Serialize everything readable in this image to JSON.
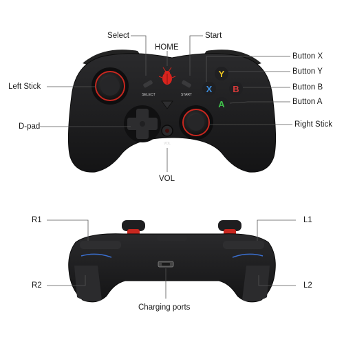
{
  "front_labels": {
    "select": "Select",
    "home": "HOME",
    "start": "Start",
    "button_x": "Button X",
    "button_y": "Button Y",
    "button_b": "Button B",
    "button_a": "Button A",
    "left_stick": "Left Stick",
    "dpad": "D-pad",
    "right_stick": "Right Stick",
    "vol": "VOL"
  },
  "front_printed": {
    "select": "SELECT",
    "start": "START",
    "vol": "VOL",
    "x": "X",
    "y": "Y",
    "b": "B",
    "a": "A"
  },
  "back_labels": {
    "r1": "R1",
    "l1": "L1",
    "r2": "R2",
    "l2": "L2",
    "charging": "Charging ports"
  },
  "colors": {
    "body": "#1c1c1e",
    "line": "#555555",
    "button_x": "#3d8fe0",
    "button_y": "#e8c020",
    "button_b": "#d83a3a",
    "button_a": "#3fbf4a",
    "accent_red": "#d8241e"
  },
  "icons": {
    "home": "bug-logo-icon"
  }
}
